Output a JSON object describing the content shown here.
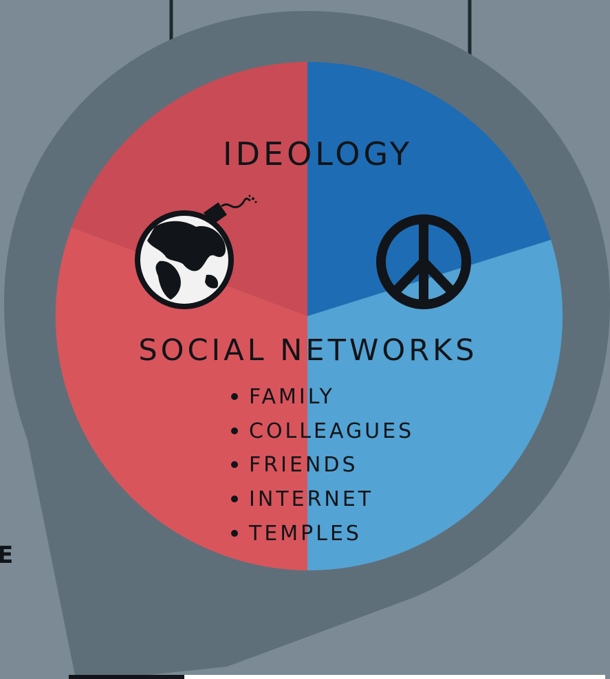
{
  "diagram": {
    "title": "IDEOLOGY",
    "subtitle": "SOCIAL NETWORKS",
    "list_items": [
      "FAMILY",
      "COLLEAGUES",
      "FRIENDS",
      "INTERNET",
      "TEMPLES"
    ],
    "edge_text": "E",
    "icons": [
      "globe-bomb-icon",
      "peace-sign-icon"
    ]
  },
  "colors": {
    "background": "#7b8a94",
    "pin_shape": "#5f6f79",
    "red_dark": "#c94b55",
    "red_light": "#d9555c",
    "blue_dark": "#1e6cb4",
    "blue_light": "#53a3d4",
    "text": "#111418"
  }
}
